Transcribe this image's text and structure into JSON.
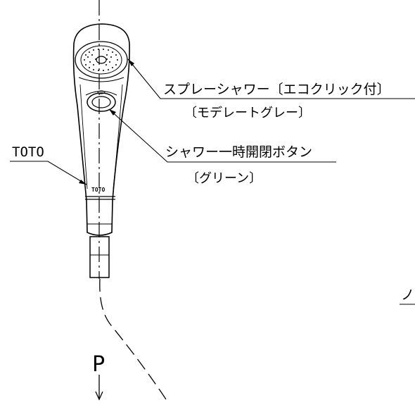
{
  "labels": {
    "spray_shower": "スプレーシャワー〔エコクリック付〕",
    "spray_color": "〔モデレートグレー〕",
    "toto": "TOTO",
    "button": "シャワー一時開閉ボタン",
    "button_color": "〔グリーン〕",
    "logo": "TOTO",
    "pressure": "P",
    "edge_mark": "ノ"
  },
  "colors": {
    "line": "#000000",
    "background": "#ffffff"
  },
  "icons": {
    "pressure_arrow": "arrow-down-icon"
  }
}
